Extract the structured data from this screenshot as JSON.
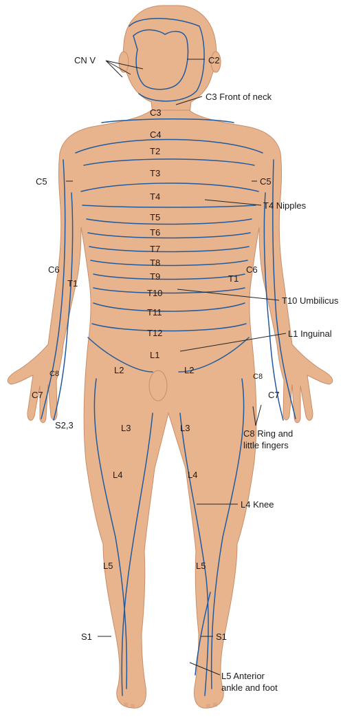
{
  "labels": {
    "cnv": "CN V",
    "c2": "C2",
    "c3_neck": "C3 Front of neck",
    "c3": "C3",
    "c4": "C4",
    "t2": "T2",
    "t3": "T3",
    "t4": "T4",
    "t4_nipples": "T4 Nipples",
    "t5": "T5",
    "t6": "T6",
    "t7": "T7",
    "t8": "T8",
    "t9": "T9",
    "t10": "T10",
    "t10_umbilicus": "T10 Umbilicus",
    "t11": "T11",
    "t12": "T12",
    "l1": "L1",
    "l1_inguinal": "L1 Inguinal",
    "c5_left": "C5",
    "c5_right": "C5",
    "c6_left": "C6",
    "c6_right": "C6",
    "t1_left": "T1",
    "t1_right": "T1",
    "l2_left": "L2",
    "l2_right": "L2",
    "c8_left": "C8",
    "c8_right": "C8",
    "c7_left": "C7",
    "c7_right": "C7",
    "s23": "S2,3",
    "c8_fingers_1": "C8 Ring and",
    "c8_fingers_2": "little fingers",
    "l3_left": "L3",
    "l3_right": "L3",
    "l4_left": "L4",
    "l4_right": "L4",
    "l4_knee": "L4 Knee",
    "l5_left": "L5",
    "l5_right": "L5",
    "s1_left": "S1",
    "s1_right": "S1",
    "l5_ankle_1": "L5 Anterior",
    "l5_ankle_2": "ankle and foot"
  }
}
